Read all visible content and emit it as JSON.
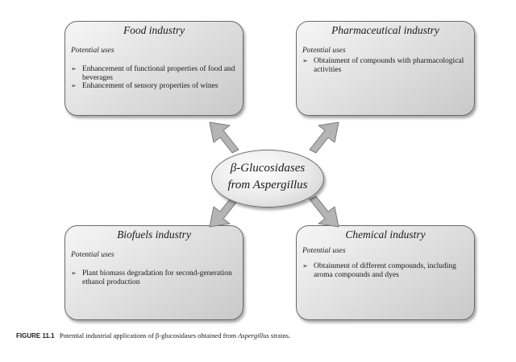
{
  "center": {
    "line1": "β-Glucosidases",
    "line2": "from Aspergillus"
  },
  "panels": {
    "food": {
      "title": "Food industry",
      "subtitle": "Potential uses",
      "items": [
        "Enhancement of functional properties of food and beverages",
        "Enhancement of sensory properties of wines"
      ]
    },
    "pharma": {
      "title": "Pharmaceutical industry",
      "subtitle": "Potential uses",
      "items": [
        "Obtainment of compounds with pharmacological activities"
      ]
    },
    "biofuels": {
      "title": "Biofuels industry",
      "subtitle": "Potential uses",
      "items": [
        "Plant biomass degradation for second-generation ethanol production"
      ]
    },
    "chemical": {
      "title": "Chemical industry",
      "subtitle": "Potential uses",
      "items": [
        "Obtainment of different compounds, including aroma compounds and dyes"
      ]
    }
  },
  "bullet_glyph": "➢",
  "caption": {
    "label": "FIGURE 11.1",
    "text_before": "Potential industrial applications of β-glucosidases obtained from ",
    "text_italic": "Aspergillus",
    "text_after": " strains."
  },
  "colors": {
    "panel_light": "#f6f6f6",
    "panel_dark": "#c9c9c9",
    "arrow_fill": "#b4b4b4",
    "border": "#6a6a6a"
  }
}
